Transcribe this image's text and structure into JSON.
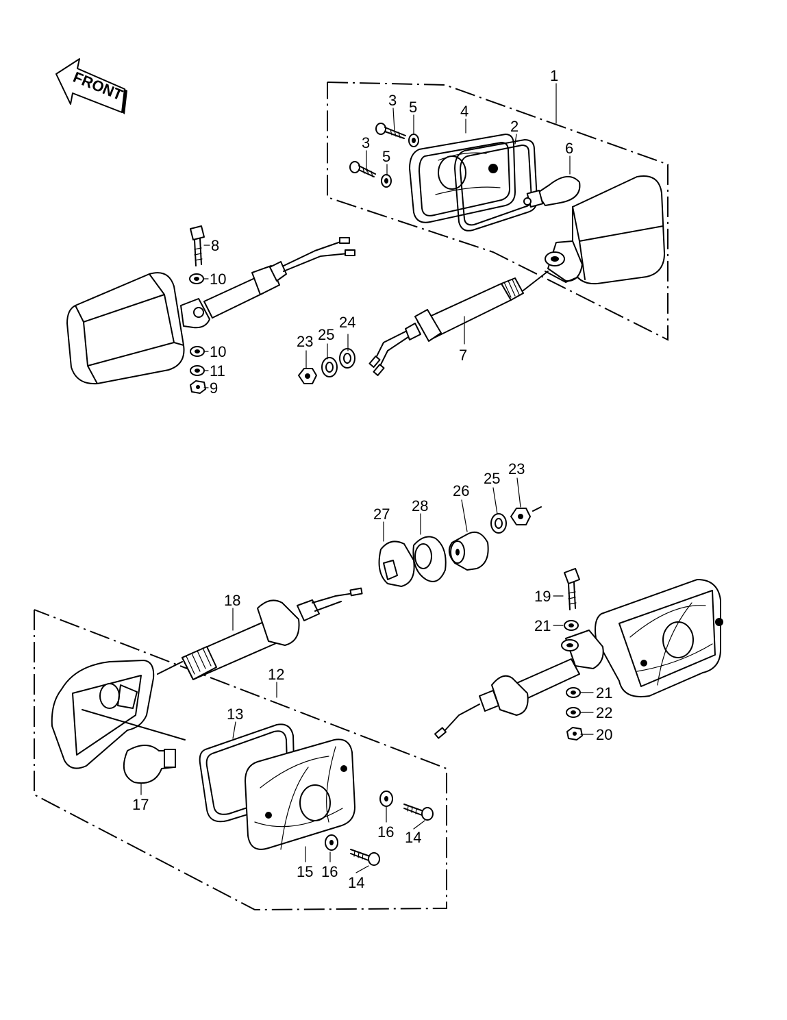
{
  "front_arrow": {
    "text": "FRONT"
  },
  "labels": {
    "p1": "1",
    "p2": "2",
    "p3a": "3",
    "p3b": "3",
    "p4": "4",
    "p5a": "5",
    "p5b": "5",
    "p6": "6",
    "p7": "7",
    "p8": "8",
    "p9": "9",
    "p10a": "10",
    "p10b": "10",
    "p11": "11",
    "p12": "12",
    "p13": "13",
    "p14a": "14",
    "p14b": "14",
    "p15": "15",
    "p16a": "16",
    "p16b": "16",
    "p17": "17",
    "p18": "18",
    "p19": "19",
    "p20": "20",
    "p21a": "21",
    "p21b": "21",
    "p22": "22",
    "p23a": "23",
    "p23b": "23",
    "p24": "24",
    "p25a": "25",
    "p25b": "25",
    "p26": "26",
    "p27": "27",
    "p28": "28"
  }
}
